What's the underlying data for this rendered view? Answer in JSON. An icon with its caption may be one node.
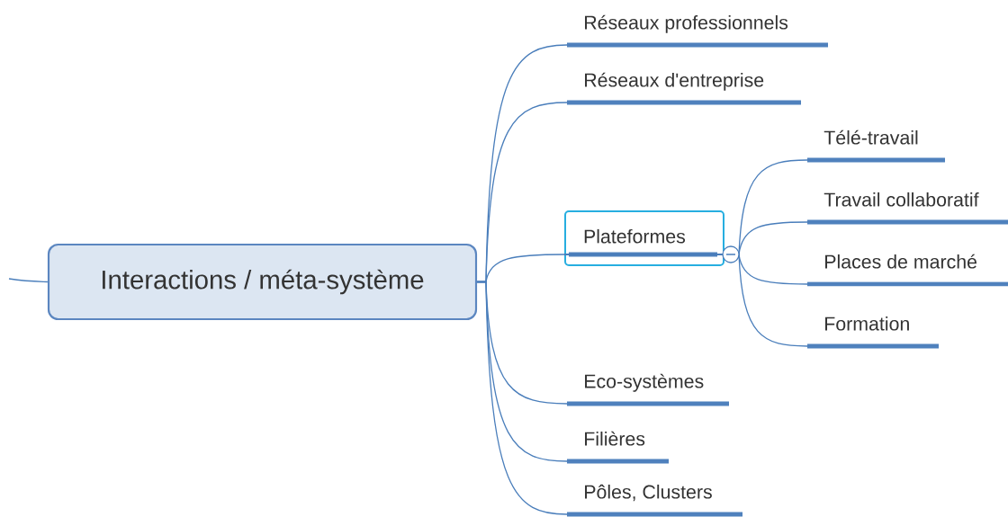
{
  "diagram": {
    "nodes": [
      {
        "text": [
          "Interactions / méta-système"
        ]
      },
      {
        "text": [
          "Réseaux professionnels"
        ]
      },
      {
        "text": [
          "Réseaux d'entreprise"
        ]
      },
      {
        "text": [
          "Plateformes"
        ]
      },
      {
        "text": [
          "Télé-travail"
        ]
      },
      {
        "text": [
          "Travail collaboratif"
        ]
      },
      {
        "text": [
          "Places de marché"
        ]
      },
      {
        "text": [
          "Formation"
        ]
      },
      {
        "text": [
          "Eco-systèmes"
        ]
      },
      {
        "text": [
          "Filières"
        ]
      },
      {
        "text": [
          "Pôles, Clusters"
        ]
      }
    ],
    "edges": [
      {
        "from": null,
        "to": 0,
        "arrow": "none"
      },
      {
        "from": 0,
        "to": 1,
        "arrow": "none"
      },
      {
        "from": 0,
        "to": 2,
        "arrow": "none"
      },
      {
        "from": 0,
        "to": 3,
        "arrow": "none"
      },
      {
        "from": 3,
        "to": 4,
        "arrow": "none"
      },
      {
        "from": 3,
        "to": 5,
        "arrow": "none"
      },
      {
        "from": 3,
        "to": 6,
        "arrow": "none"
      },
      {
        "from": 3,
        "to": 7,
        "arrow": "none"
      },
      {
        "from": 0,
        "to": 8,
        "arrow": "none"
      },
      {
        "from": 0,
        "to": 9,
        "arrow": "none"
      },
      {
        "from": 0,
        "to": 10,
        "arrow": "none"
      }
    ]
  }
}
